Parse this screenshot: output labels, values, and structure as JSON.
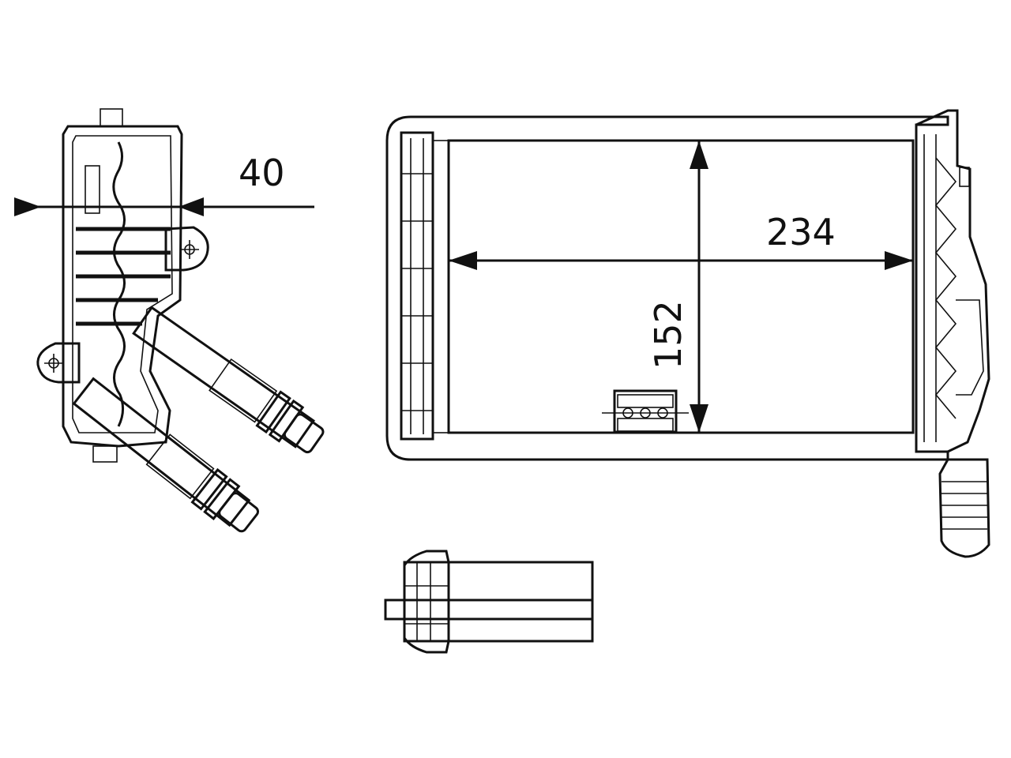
{
  "dimensions": {
    "depth": "40",
    "width": "234",
    "height": "152"
  },
  "colors": {
    "line": "#111111",
    "background": "#ffffff"
  }
}
